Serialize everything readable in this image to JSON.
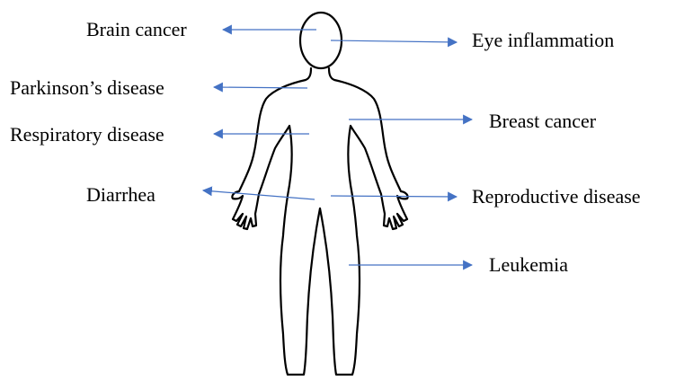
{
  "diagram": {
    "arrow_color": "#4472c4",
    "outline_color": "#000000",
    "labels": {
      "brain_cancer": "Brain cancer",
      "eye_inflammation": "Eye inflammation",
      "parkinsons_disease": "Parkinson’s disease",
      "respiratory_disease": "Respiratory disease",
      "breast_cancer": "Breast cancer",
      "diarrhea": "Diarrhea",
      "reproductive_disease": "Reproductive disease",
      "leukemia": "Leukemia"
    }
  }
}
